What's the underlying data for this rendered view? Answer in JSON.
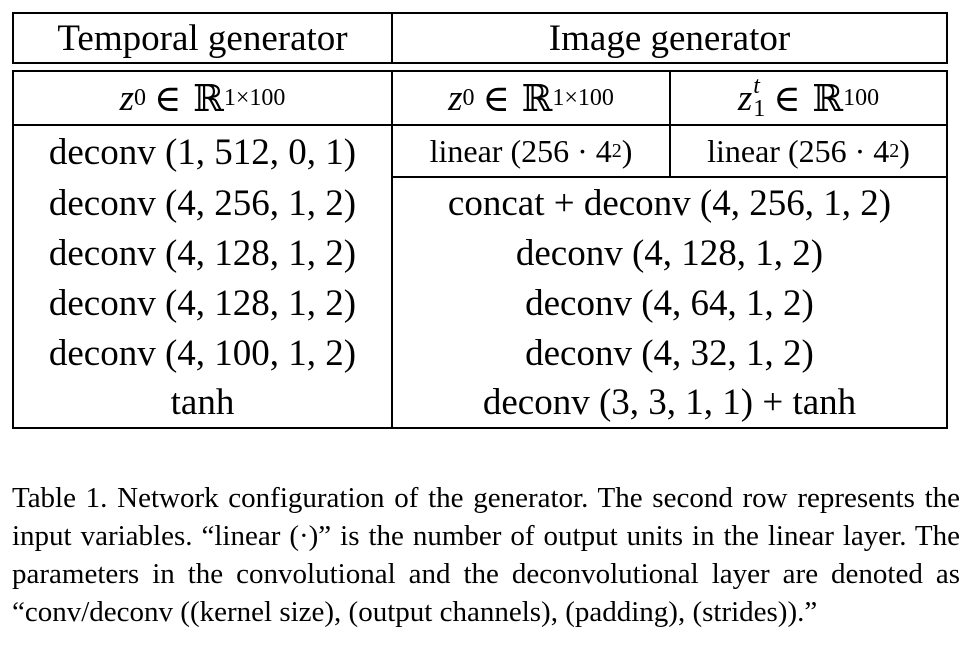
{
  "header": {
    "temporal": "Temporal generator",
    "image": "Image generator"
  },
  "inputs": {
    "temporal_var": "z",
    "temporal_sub": "0",
    "temporal_set": "∈ ℝ",
    "temporal_sup": "1×100",
    "image_var": "z",
    "image_sub": "0",
    "image_set": "∈ ℝ",
    "image_sup": "1×100",
    "image_t_var": "z",
    "image_t_sub": "1",
    "image_t_sup_letter": "t",
    "image_t_set": "∈ ℝ",
    "image_t_sup": "100"
  },
  "temporal_layers": [
    "deconv (1, 512, 0, 1)",
    "deconv (4, 256, 1, 2)",
    "deconv (4, 128, 1, 2)",
    "deconv (4, 128, 1, 2)",
    "deconv (4, 100, 1, 2)",
    "tanh"
  ],
  "image_linear": {
    "left": "linear (256 · 4",
    "left_sup": "2",
    "left_close": ")",
    "right": "linear (256 · 4",
    "right_sup": "2",
    "right_close": ")"
  },
  "image_layers": [
    "concat + deconv (4, 256, 1, 2)",
    "deconv (4, 128, 1, 2)",
    "deconv (4, 64, 1, 2)",
    "deconv (4, 32, 1, 2)",
    "deconv (3, 3, 1, 1) + tanh"
  ],
  "caption": "Table 1. Network configuration of the generator. The second row represents the input variables. “linear (·)” is the number of output units in the linear layer. The parameters in the convolutional and the deconvolutional layer are denoted as “conv/deconv ((kernel size), (output channels), (padding), (strides)).”"
}
